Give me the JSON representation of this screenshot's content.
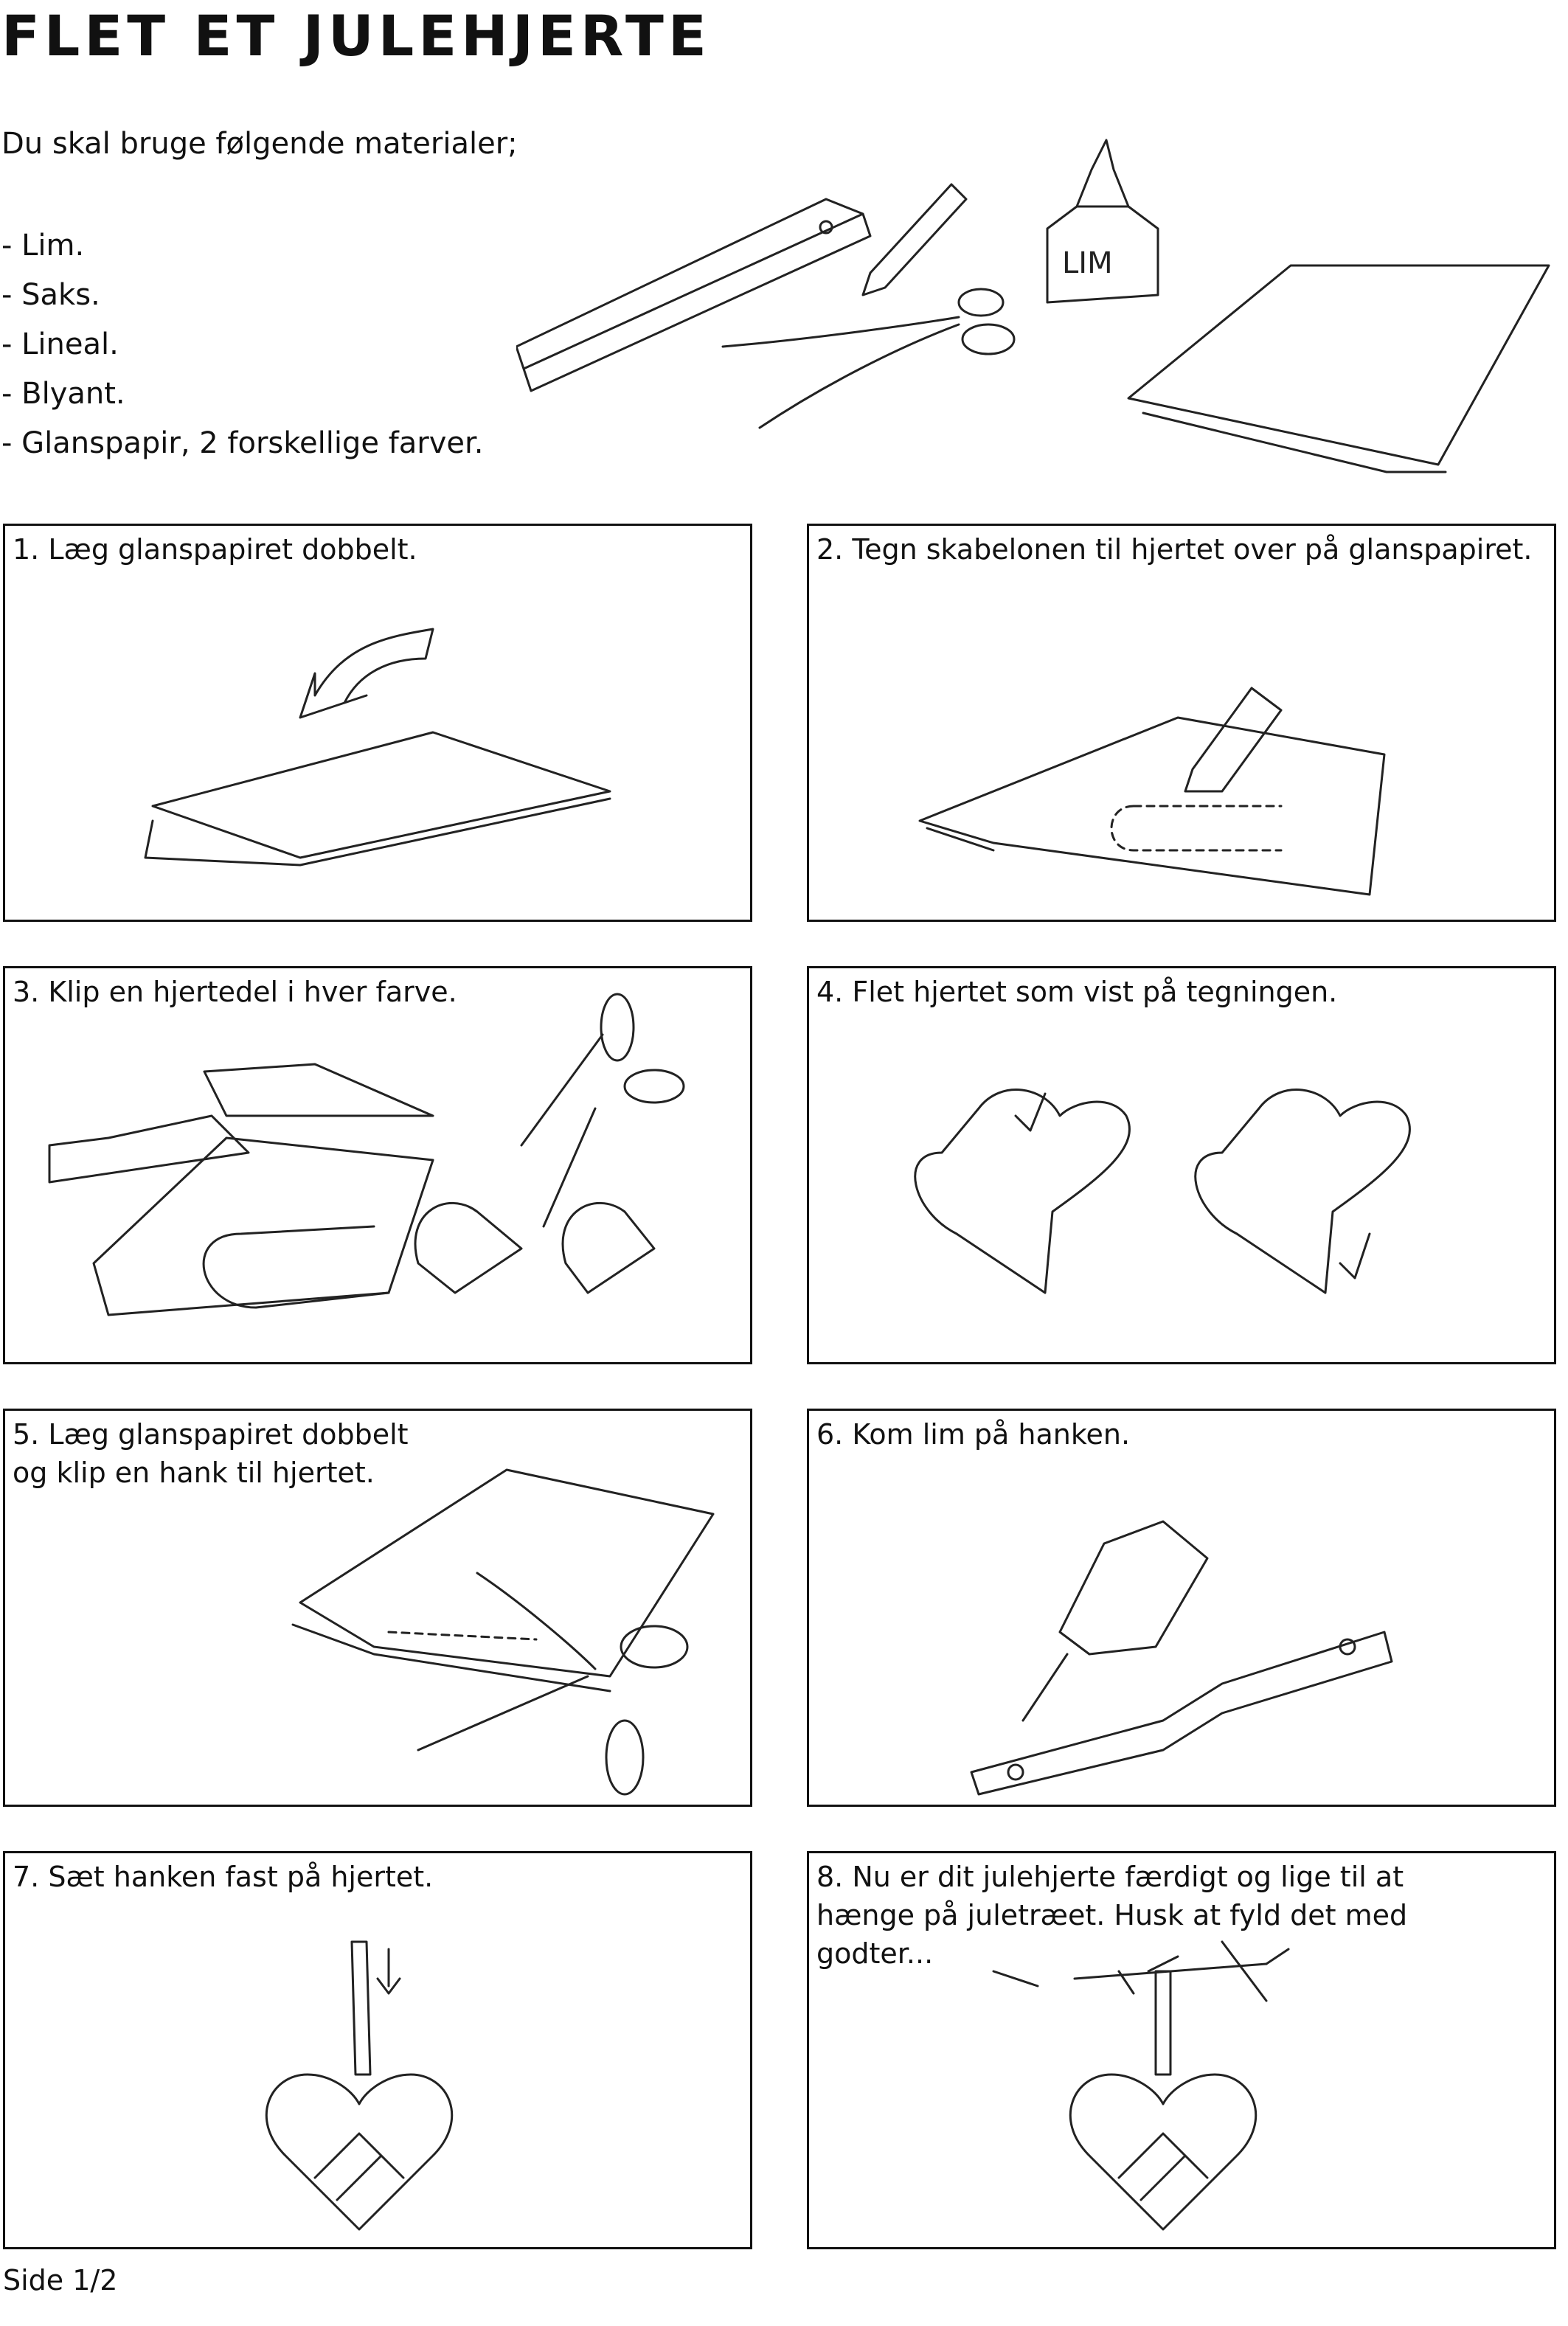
{
  "title": "FLET ET JULEHJERTE",
  "intro": "Du skal bruge følgende materialer;",
  "materials": [
    "- Lim.",
    "- Saks.",
    "- Lineal.",
    "- Blyant.",
    "- Glanspapir, 2 forskellige farver."
  ],
  "glue_label": "LIM",
  "steps": [
    {
      "caption": "1. Læg glanspapiret dobbelt."
    },
    {
      "caption": "2. Tegn skabelonen til hjertet over på glanspapiret."
    },
    {
      "caption": "3. Klip en hjertedel i hver farve."
    },
    {
      "caption": "4. Flet hjertet som vist på tegningen."
    },
    {
      "caption": "5. Læg glanspapiret dobbelt\n    og klip en hank til hjertet."
    },
    {
      "caption": "6. Kom lim på hanken."
    },
    {
      "caption": "7. Sæt hanken fast på hjertet."
    },
    {
      "caption": "8. Nu er dit julehjerte færdigt og lige til at\n    hænge på juletræet. Husk at fyld det med\n    godter..."
    }
  ],
  "footer": "Side 1/2"
}
